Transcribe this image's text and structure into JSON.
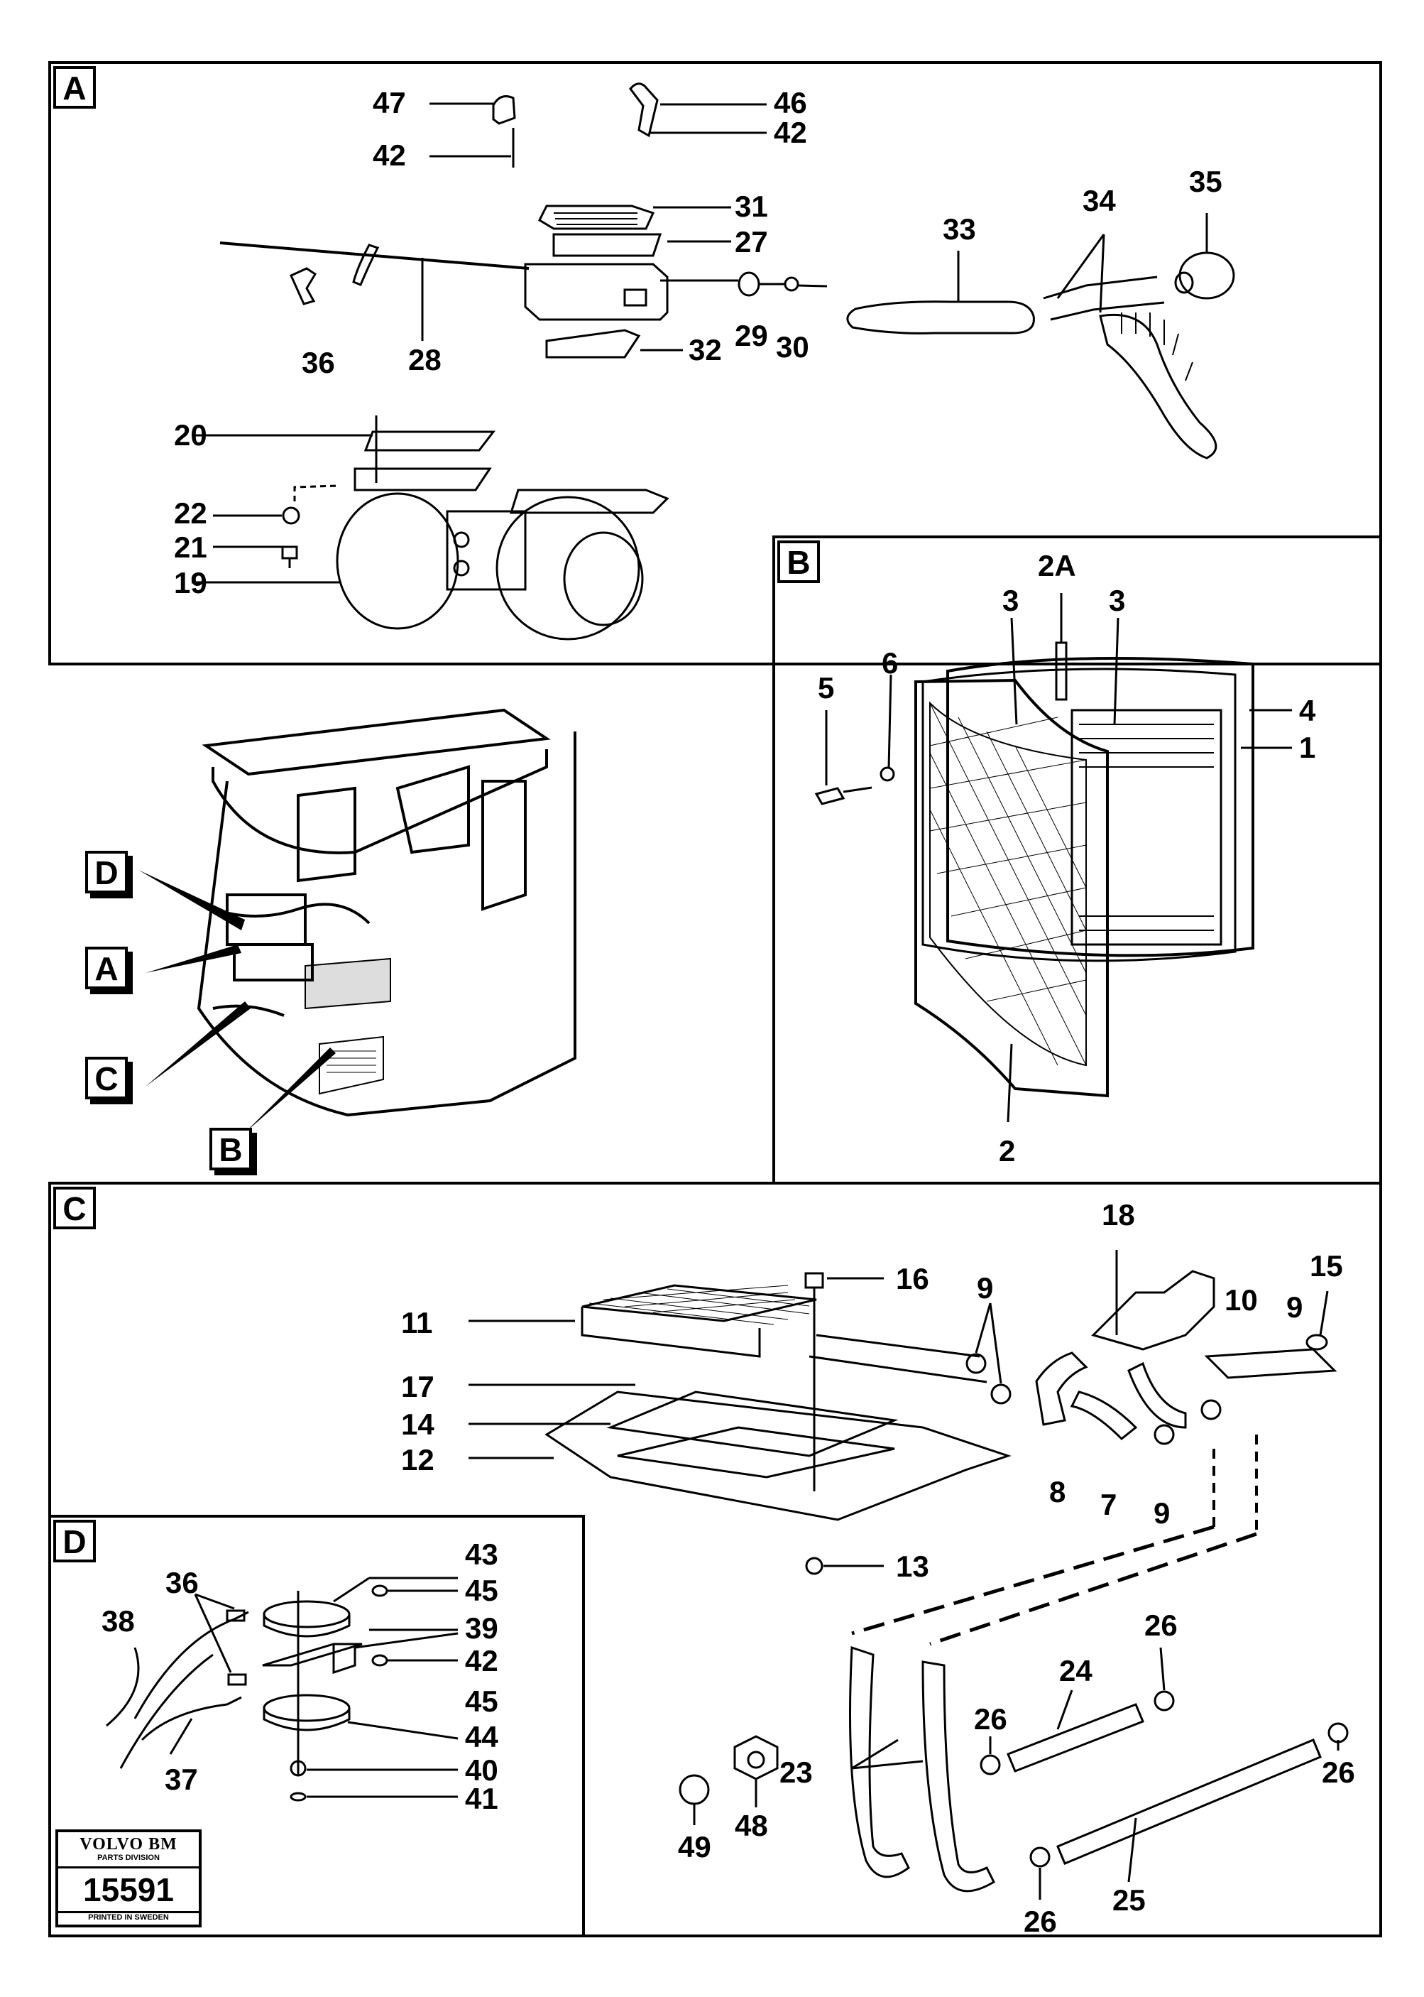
{
  "panels": {
    "A": {
      "tag": "A",
      "labels": [
        "47",
        "46",
        "42",
        "42",
        "31",
        "27",
        "33",
        "34",
        "35",
        "36",
        "28",
        "29",
        "30",
        "32",
        "20",
        "22",
        "21",
        "19"
      ]
    },
    "B": {
      "tag": "B",
      "labels": [
        "2A",
        "3",
        "3",
        "5",
        "6",
        "4",
        "1",
        "2"
      ]
    },
    "C": {
      "tag": "C",
      "labels": [
        "18",
        "15",
        "16",
        "9",
        "10",
        "9",
        "11",
        "17",
        "14",
        "12",
        "8",
        "7",
        "9",
        "13",
        "26",
        "24",
        "26",
        "23",
        "48",
        "49",
        "26",
        "25",
        "26"
      ]
    },
    "D": {
      "tag": "D",
      "labels": [
        "43",
        "36",
        "45",
        "38",
        "39",
        "42",
        "45",
        "44",
        "40",
        "37",
        "41"
      ]
    },
    "overview": {
      "callouts": [
        "D",
        "A",
        "C",
        "B"
      ]
    }
  },
  "plate": {
    "brand": "VOLVO BM",
    "division": "PARTS DIVISION",
    "number": "15591",
    "printed": "PRINTED IN SWEDEN"
  }
}
